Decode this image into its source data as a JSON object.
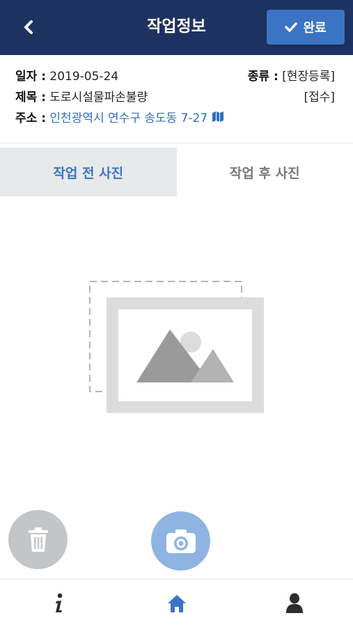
{
  "header": {
    "title": "작업정보",
    "done_label": "완료",
    "back_icon": "chevron-left-icon",
    "done_icon": "check-icon"
  },
  "info": {
    "date_label": "일자 :",
    "date_value": "2019-05-24",
    "type_label": "종류 :",
    "type_value": "[현장등록]",
    "title_label": "제목 :",
    "title_value": "도로시설물파손불량",
    "status_value": "[접수]",
    "address_label": "주소 :",
    "address_value": "인천광역시 연수구 송도동 7-27",
    "map_icon": "map-icon"
  },
  "tabs": [
    {
      "label": "작업 전 사진",
      "active": true
    },
    {
      "label": "작업 후 사진",
      "active": false
    }
  ],
  "photo_area": {
    "icon": "image-placeholder-icon"
  },
  "actions": {
    "delete_icon": "trash-icon",
    "camera_icon": "camera-icon"
  },
  "bottom_nav": [
    {
      "icon": "info-icon"
    },
    {
      "icon": "home-icon"
    },
    {
      "icon": "user-icon"
    }
  ],
  "colors": {
    "header_bg": "#1d3260",
    "accent": "#3b74c5",
    "link": "#2f6fbe",
    "camera_fab": "#8fb4e3",
    "trash_fab": "#c4c5c7"
  }
}
